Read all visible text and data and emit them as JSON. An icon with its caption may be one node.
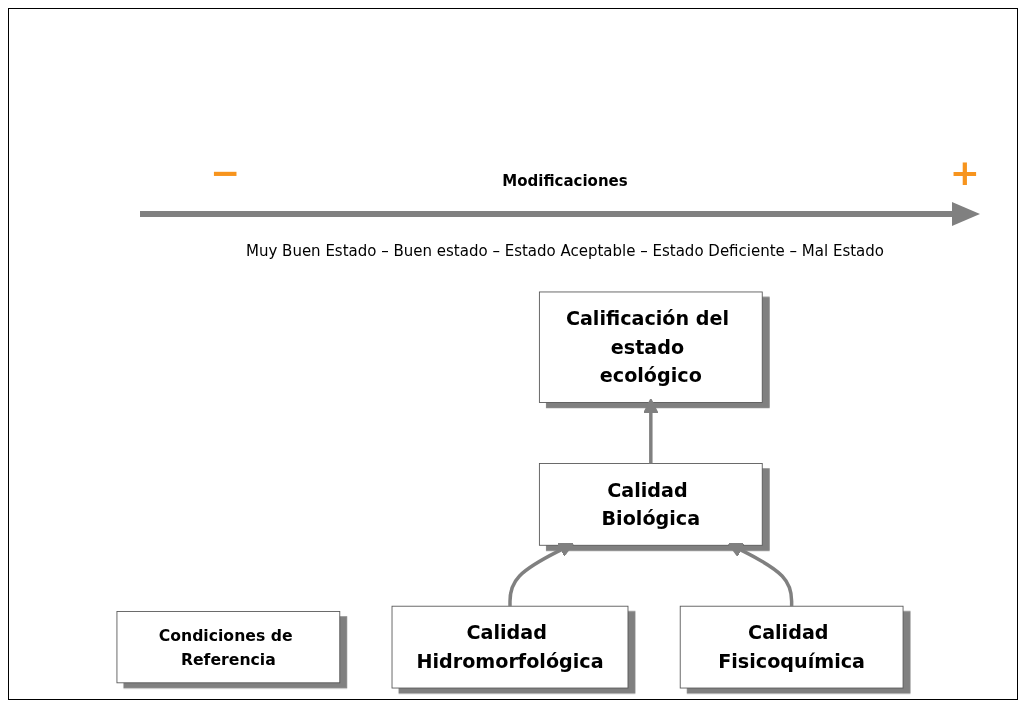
{
  "diagram": {
    "nodes": [
      {
        "text": [
          "Condiciones de Referencia"
        ]
      },
      {
        "text": [
          "Calificación del estado ecológico"
        ]
      },
      {
        "text": [
          "Calidad Biológica"
        ]
      },
      {
        "text": [
          "Calidad Hidromorfológica"
        ]
      },
      {
        "text": [
          "Calidad Fisicoquímica"
        ]
      }
    ],
    "edges": [
      {
        "from": 2,
        "to": 1,
        "arrow": "to"
      },
      {
        "from": 3,
        "to": 2,
        "arrow": "to"
      },
      {
        "from": 4,
        "to": 2,
        "arrow": "to"
      }
    ],
    "labels": [
      "−",
      "Modificaciones",
      "+",
      "Muy Buen Estado – Buen estado – Estado Aceptable – Estado Deficiente – Mal Estado"
    ]
  }
}
